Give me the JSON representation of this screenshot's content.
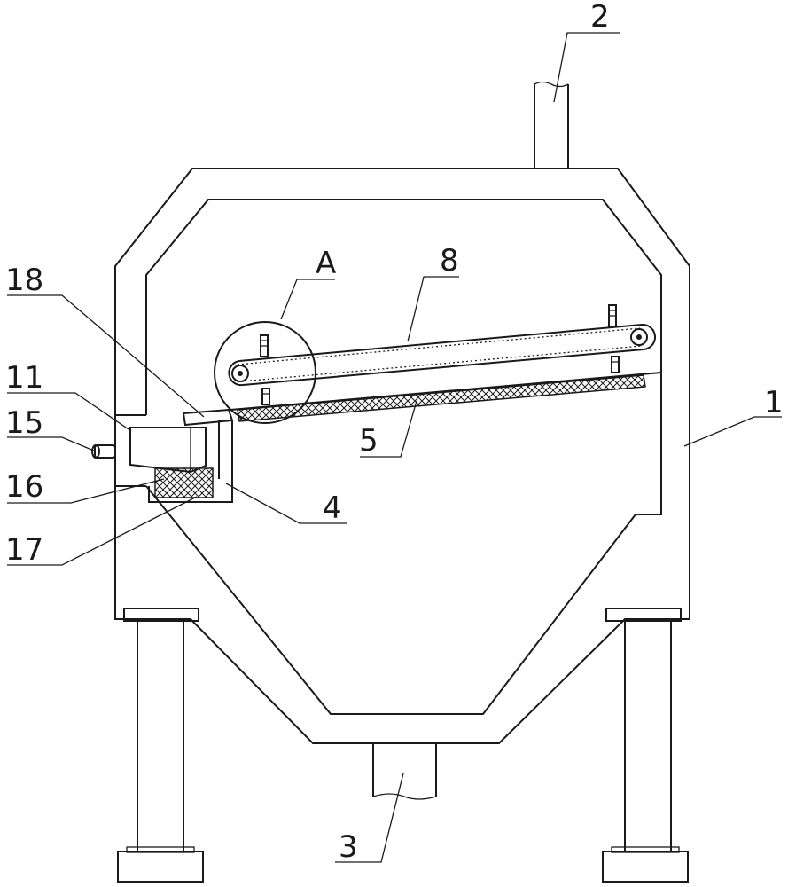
{
  "labels": {
    "l1": "1",
    "l2": "2",
    "l3": "3",
    "l4": "4",
    "l5": "5",
    "l8": "8",
    "lA": "A",
    "l11": "11",
    "l15": "15",
    "l16": "16",
    "l17": "17",
    "l18": "18"
  },
  "colors": {
    "stroke": "#1a1a1a",
    "background": "#ffffff"
  }
}
